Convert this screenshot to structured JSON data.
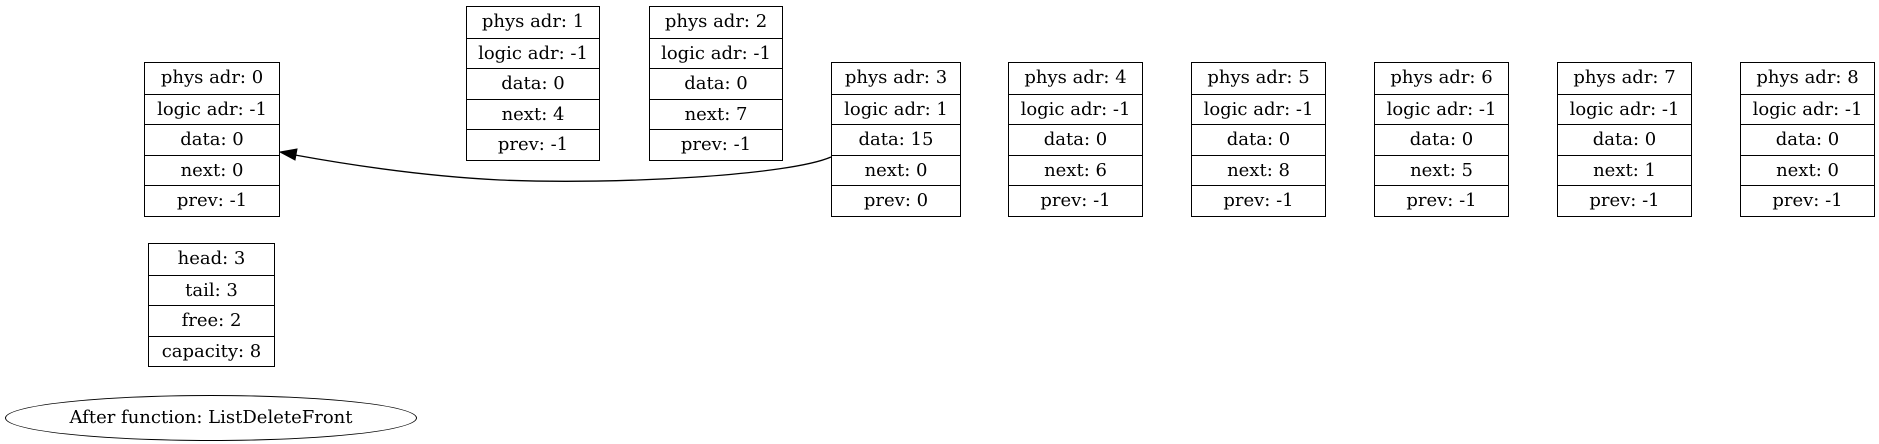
{
  "nodes": [
    {
      "fields": [
        "phys adr: 0",
        "logic adr: -1",
        "data: 0",
        "next: 0",
        "prev: -1"
      ]
    },
    {
      "fields": [
        "phys adr: 1",
        "logic adr: -1",
        "data: 0",
        "next: 4",
        "prev: -1"
      ]
    },
    {
      "fields": [
        "phys adr: 2",
        "logic adr: -1",
        "data: 0",
        "next: 7",
        "prev: -1"
      ]
    },
    {
      "fields": [
        "phys adr: 3",
        "logic adr: 1",
        "data: 15",
        "next: 0",
        "prev: 0"
      ]
    },
    {
      "fields": [
        "phys adr: 4",
        "logic adr: -1",
        "data: 0",
        "next: 6",
        "prev: -1"
      ]
    },
    {
      "fields": [
        "phys adr: 5",
        "logic adr: -1",
        "data: 0",
        "next: 8",
        "prev: -1"
      ]
    },
    {
      "fields": [
        "phys adr: 6",
        "logic adr: -1",
        "data: 0",
        "next: 5",
        "prev: -1"
      ]
    },
    {
      "fields": [
        "phys adr: 7",
        "logic adr: -1",
        "data: 0",
        "next: 1",
        "prev: -1"
      ]
    },
    {
      "fields": [
        "phys adr: 8",
        "logic adr: -1",
        "data: 0",
        "next: 0",
        "prev: -1"
      ]
    }
  ],
  "info": {
    "fields": [
      "head: 3",
      "tail: 3",
      "free: 2",
      "capacity: 8"
    ]
  },
  "caption": "After function: ListDeleteFront",
  "edges": [
    {
      "from": "phys adr: 3",
      "to": "phys adr: 0"
    }
  ]
}
